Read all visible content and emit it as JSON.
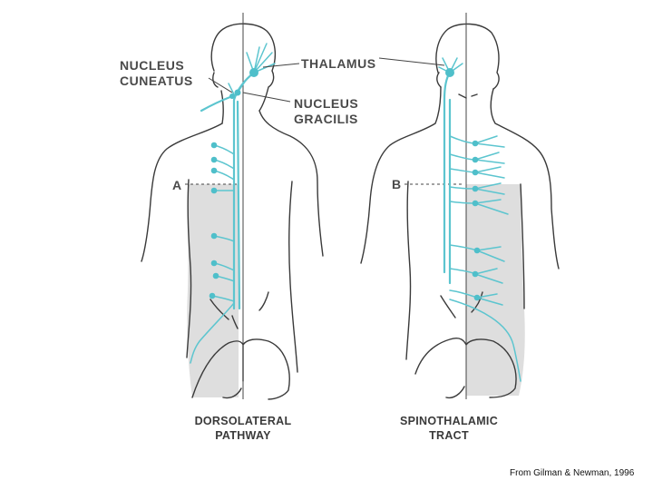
{
  "labels": {
    "nucleus_cuneatus_1": "NUCLEUS",
    "nucleus_cuneatus_2": "CUNEATUS",
    "thalamus": "THALAMUS",
    "nucleus_gracilis_1": "NUCLEUS",
    "nucleus_gracilis_2": "GRACILIS",
    "level_a": "A",
    "level_b": "B"
  },
  "captions": {
    "left_1": "DORSOLATERAL",
    "left_2": "PATHWAY",
    "right_1": "SPINOTHALAMIC",
    "right_2": "TRACT"
  },
  "credit": "From Gilman & Newman, 1996",
  "colors": {
    "nerve": "#5cc5cf",
    "shading": "#dedede",
    "outline": "#3a3a3a"
  }
}
